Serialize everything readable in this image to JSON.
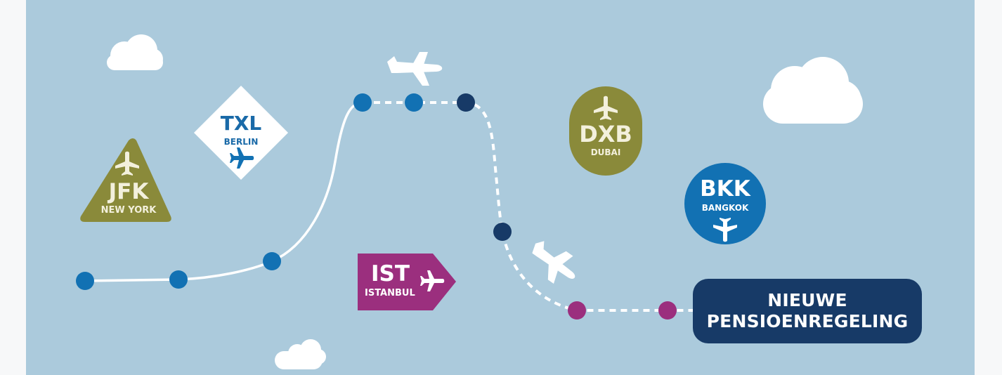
{
  "colors": {
    "sky": "#abcadc",
    "page_bg": "#f7f8f9",
    "cloud": "#ffffff",
    "route_line": "#ffffff",
    "dot_blue": "#1271b3",
    "dot_navy": "#173a67",
    "dot_purple": "#9b2f7e",
    "olive": "#8a8a3a",
    "purple": "#9b2f7e",
    "blue": "#1271b3",
    "navy": "#173a67"
  },
  "airports": [
    {
      "code": "JFK",
      "city": "NEW YORK",
      "shape": "triangle",
      "icon": "airplane-up-icon"
    },
    {
      "code": "TXL",
      "city": "BERLIN",
      "shape": "diamond",
      "icon": "airplane-left-icon"
    },
    {
      "code": "IST",
      "city": "ISTANBUL",
      "shape": "tag",
      "icon": "airplane-right-icon"
    },
    {
      "code": "DXB",
      "city": "DUBAI",
      "shape": "oval",
      "icon": "airplane-up-icon"
    },
    {
      "code": "BKK",
      "city": "BANGKOK",
      "shape": "circle",
      "icon": "airplane-down-icon"
    }
  ],
  "destination": {
    "line1": "NIEUWE",
    "line2": "PENSIOENREGELING"
  },
  "route": {
    "solid_segment_dots": 5,
    "dashed_segment_dots": 4,
    "planes": [
      "airplane-flying-right-icon",
      "airplane-descending-icon"
    ]
  }
}
